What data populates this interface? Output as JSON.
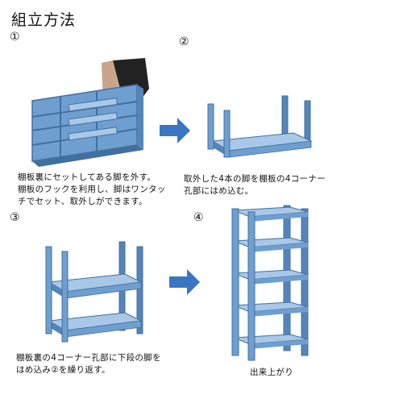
{
  "page": {
    "title": "組立方法"
  },
  "steps": [
    {
      "number": "①",
      "caption_lines": [
        "棚板裏にセットしてある脚を外す。",
        "棚板のフックを利用し、脚はワンタッ",
        "チでセット、取外しができます。"
      ]
    },
    {
      "number": "②",
      "caption_lines": [
        "取外した4本の脚を棚板の4コーナー",
        "孔部にはめ込む。"
      ]
    },
    {
      "number": "③",
      "caption_lines": [
        "棚板裏の4コーナー孔部に下段の脚を",
        "はめ込み②を繰り返す。"
      ]
    },
    {
      "number": "④",
      "caption_lines": [
        "出来上がり"
      ]
    }
  ],
  "colors": {
    "shelf_blue": "#6f9fd0",
    "shelf_dark": "#41709f",
    "shelf_light": "#a9c8e8",
    "arrow_blue": "#3b76c4"
  }
}
